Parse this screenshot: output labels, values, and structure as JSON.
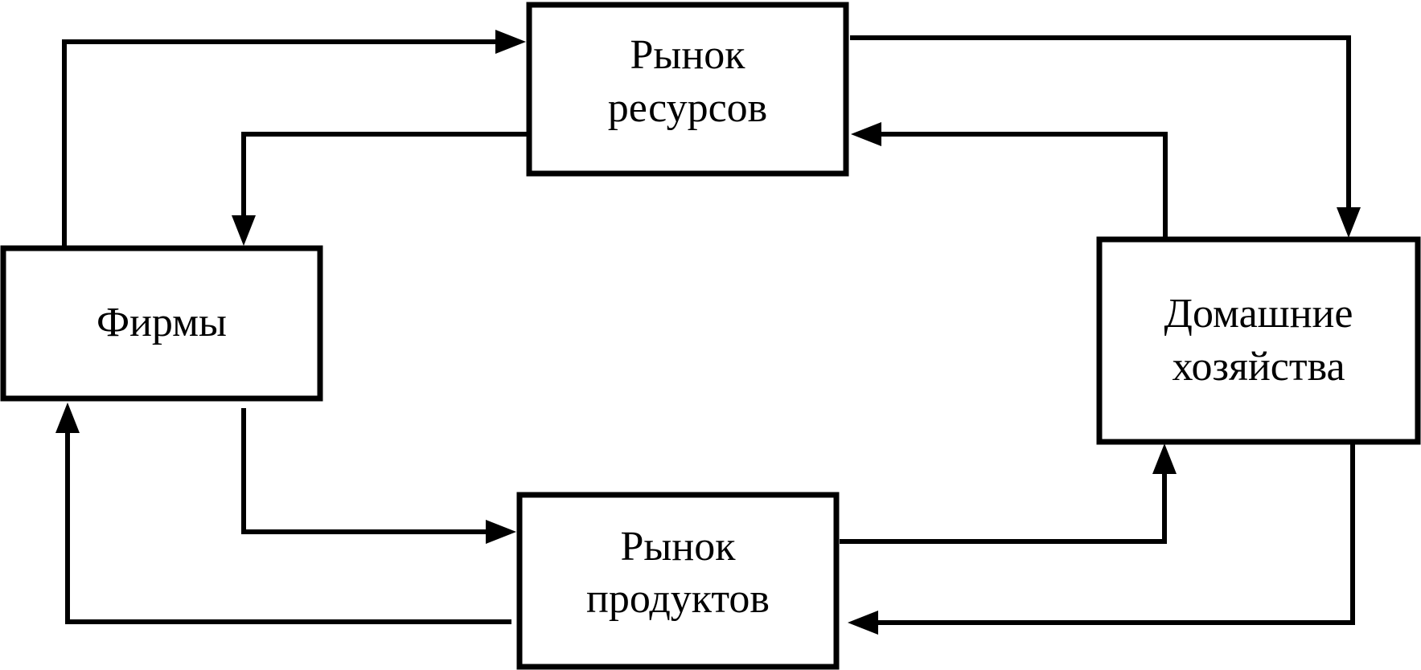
{
  "nodes": {
    "resource_market": {
      "line1": "Рынок",
      "line2": "ресурсов"
    },
    "firms": {
      "line1": "Фирмы"
    },
    "households": {
      "line1": "Домашние",
      "line2": "хозяйства"
    },
    "product_market": {
      "line1": "Рынок",
      "line2": "продуктов"
    }
  },
  "colors": {
    "line": "#000000",
    "background": "#ffffff"
  }
}
